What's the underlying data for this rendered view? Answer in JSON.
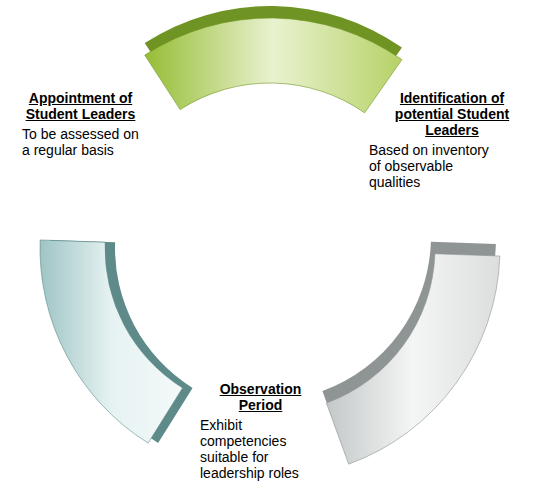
{
  "diagram": {
    "nodes": [
      {
        "text": [
          "Appointment of Student Leaders",
          "To be assessed on a regular basis"
        ]
      },
      {
        "text": [
          "Identification of potential Student Leaders",
          "Based on inventory of observable qualities"
        ]
      },
      {
        "text": [
          "Observation Period",
          "Exhibit competencies suitable for leadership roles"
        ]
      }
    ]
  }
}
